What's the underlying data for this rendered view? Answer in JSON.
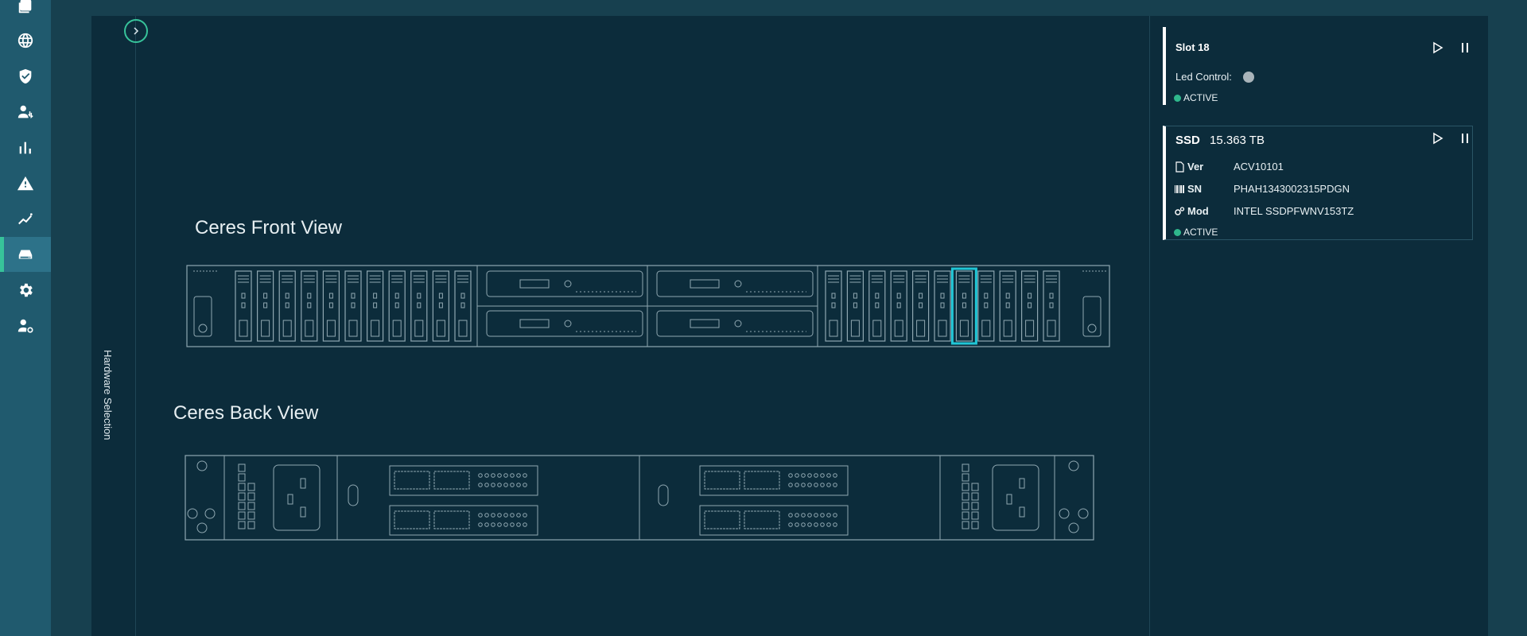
{
  "sidebar": {
    "items": [
      {
        "name": "documents-icon",
        "active": false
      },
      {
        "name": "globe-icon",
        "active": false
      },
      {
        "name": "shield-icon",
        "active": false
      },
      {
        "name": "user-transfer-icon",
        "active": false
      },
      {
        "name": "bar-chart-icon",
        "active": false
      },
      {
        "name": "alert-icon",
        "active": false
      },
      {
        "name": "trend-icon",
        "active": false
      },
      {
        "name": "storage-drive-icon",
        "active": true
      },
      {
        "name": "gear-icon",
        "active": false
      },
      {
        "name": "user-settings-icon",
        "active": false
      }
    ]
  },
  "hardware_selection": {
    "label": "Hardware Selection",
    "expand_icon": "chevron-right-icon"
  },
  "front_view": {
    "title": "Ceres Front View",
    "selected_slot": 18
  },
  "back_view": {
    "title": "Ceres Back View"
  },
  "slot_card": {
    "title": "Slot 18",
    "led_label": "Led Control:",
    "status": "ACTIVE",
    "status_color": "#2fb88c"
  },
  "ssd_card": {
    "type": "SSD",
    "capacity": "15.363 TB",
    "ver_label": "Ver",
    "ver_value": "ACV10101",
    "sn_label": "SN",
    "sn_value": "PHAH1343002315PDGN",
    "mod_label": "Mod",
    "mod_value": "INTEL SSDPFWNV153TZ",
    "status": "ACTIVE"
  },
  "colors": {
    "accent": "#37c39a",
    "selected": "#21c6d6",
    "line": "#8fa7b1"
  }
}
